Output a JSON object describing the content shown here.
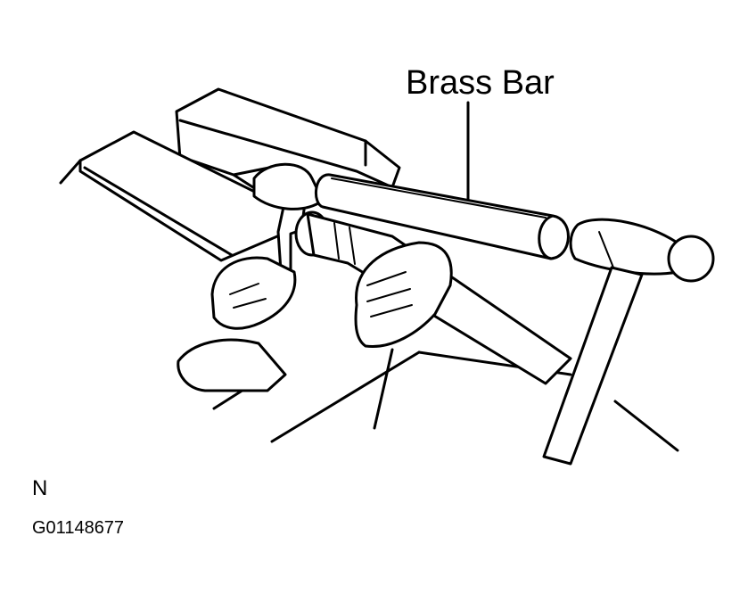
{
  "callout": {
    "label": "Brass Bar"
  },
  "note": {
    "letter": "N"
  },
  "figure": {
    "code": "G01148677"
  }
}
